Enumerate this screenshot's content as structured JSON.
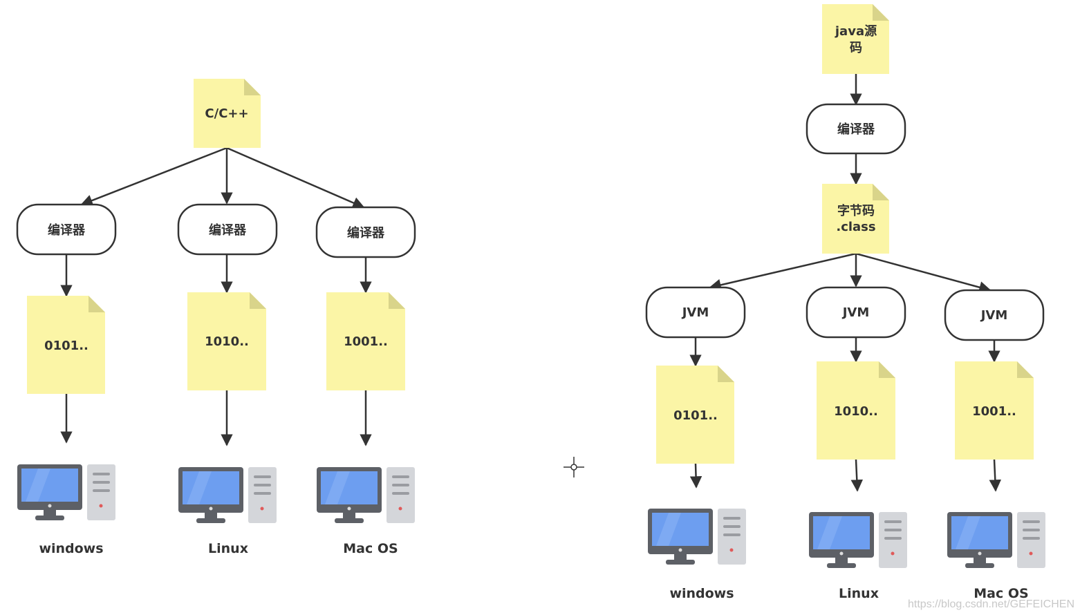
{
  "left_diagram": {
    "source": "C/C++",
    "branches": [
      {
        "compiler": "编译器",
        "binary": "0101..",
        "os": "windows"
      },
      {
        "compiler": "编译器",
        "binary": "1010..",
        "os": "Linux"
      },
      {
        "compiler": "编译器",
        "binary": "1001..",
        "os": "Mac OS"
      }
    ]
  },
  "right_diagram": {
    "source_lines": [
      "java源",
      "码"
    ],
    "compiler": "编译器",
    "bytecode_lines": [
      "字节码",
      ".class"
    ],
    "branches": [
      {
        "vm": "JVM",
        "binary": "0101..",
        "os": "windows"
      },
      {
        "vm": "JVM",
        "binary": "1010..",
        "os": "Linux"
      },
      {
        "vm": "JVM",
        "binary": "1001..",
        "os": "Mac OS"
      }
    ]
  },
  "watermark": "https://blog.csdn.net/GEFEICHEN",
  "colors": {
    "note": "#fbf5a6",
    "note_fold": "#d9d48a",
    "stroke": "#333333",
    "monitor_screen": "#6d9ef0",
    "monitor_body": "#5d6066",
    "tower": "#d4d6da"
  }
}
